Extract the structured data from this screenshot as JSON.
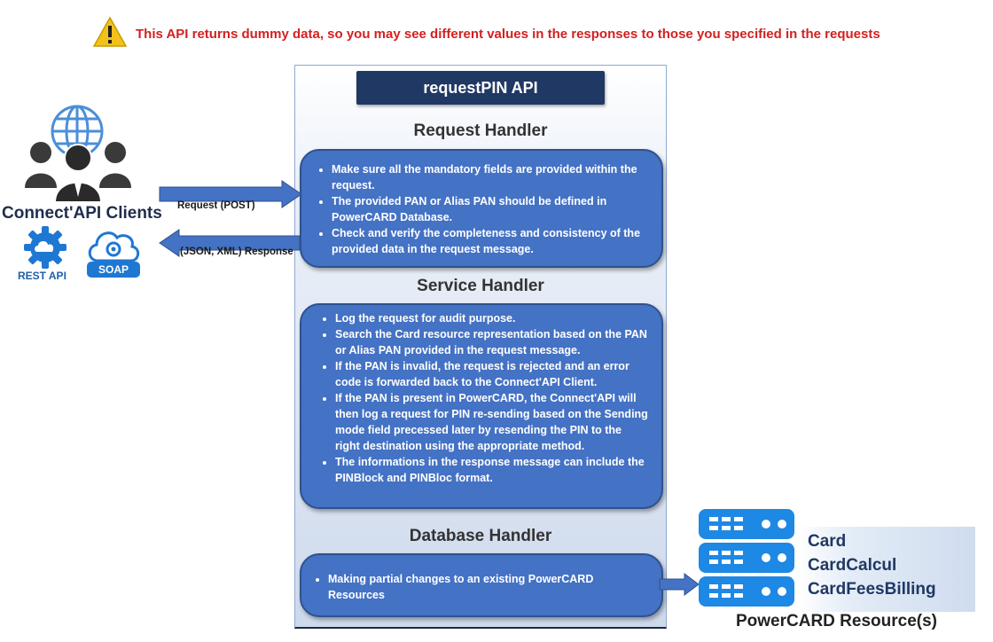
{
  "warning": {
    "text": "This API returns dummy data, so you may see different values in the responses to those you specified in the requests",
    "icon": "warning-icon"
  },
  "api_title": "requestPIN API",
  "request_handler": {
    "title": "Request Handler",
    "items": [
      "Make sure all the mandatory fields are provided within the request.",
      "The provided PAN or Alias PAN should be defined in PowerCARD Database.",
      "Check and verify the completeness and consistency of the provided data in the request message."
    ]
  },
  "service_handler": {
    "title": "Service Handler",
    "items": [
      "Log the request for audit purpose.",
      "Search the Card resource representation based on the PAN or Alias PAN provided in the request message.",
      "If the PAN is invalid, the request is rejected and an error code is forwarded back to the Connect'API Client.",
      "If the PAN is present in PowerCARD, the Connect'API will then log a request for PIN re-sending based on the Sending mode field precessed later by resending the PIN to the right destination using the appropriate method.",
      "The informations in the response message can include the PINBlock and PINBloc format."
    ]
  },
  "database_handler": {
    "title": "Database Handler",
    "items": [
      "Making partial changes to an existing PowerCARD Resources"
    ]
  },
  "clients": {
    "label": "Connect'API Clients",
    "rest_label": "REST API",
    "soap_label": "SOAP",
    "icons": [
      "globe-icon",
      "users-icon",
      "rest-api-gear-icon",
      "soap-cloud-icon"
    ]
  },
  "arrows": {
    "request_label": "Request (POST)",
    "response_label": "(JSON, XML) Response"
  },
  "resources": {
    "items": [
      "Card",
      "CardCalcul",
      "CardFeesBilling"
    ],
    "caption": "PowerCARD Resource(s)",
    "icon": "server-stack-icon"
  },
  "colors": {
    "accent": "#4472c4",
    "dark_navy": "#1f3864",
    "warning_red": "#d42020",
    "icon_blue": "#1e78d2"
  }
}
